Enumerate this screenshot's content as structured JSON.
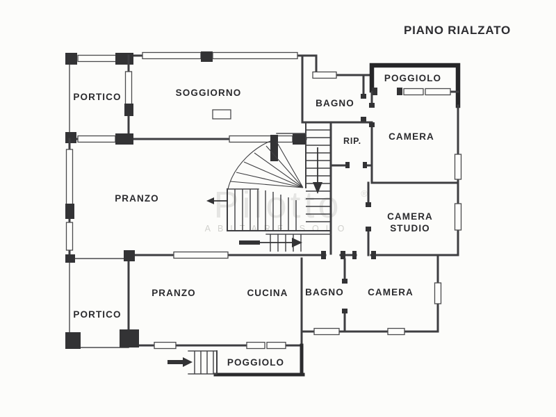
{
  "title": "PIANO RIALZATO",
  "watermark": {
    "line1": "Pilotto",
    "registered": "®",
    "line2": "ABITARE SOLO"
  },
  "rooms": {
    "portico_top": "PORTICO",
    "soggiorno": "SOGGIORNO",
    "bagno_top": "BAGNO",
    "poggiolo_top": "POGGIOLO",
    "camera_top": "CAMERA",
    "rip": "RIP.",
    "pranzo": "PRANZO",
    "camera_studio_line1": "CAMERA",
    "camera_studio_line2": "STUDIO",
    "portico_bottom": "PORTICO",
    "pranzo_bottom": "PRANZO",
    "cucina": "CUCINA",
    "bagno_bottom": "BAGNO",
    "camera_bottom": "CAMERA",
    "poggiolo_bottom": "POGGIOLO"
  },
  "colors": {
    "wall": "#3e3e41",
    "label_text": "#2b2b2e",
    "background": "#fcfcfa",
    "watermark": "#8f8f89"
  }
}
